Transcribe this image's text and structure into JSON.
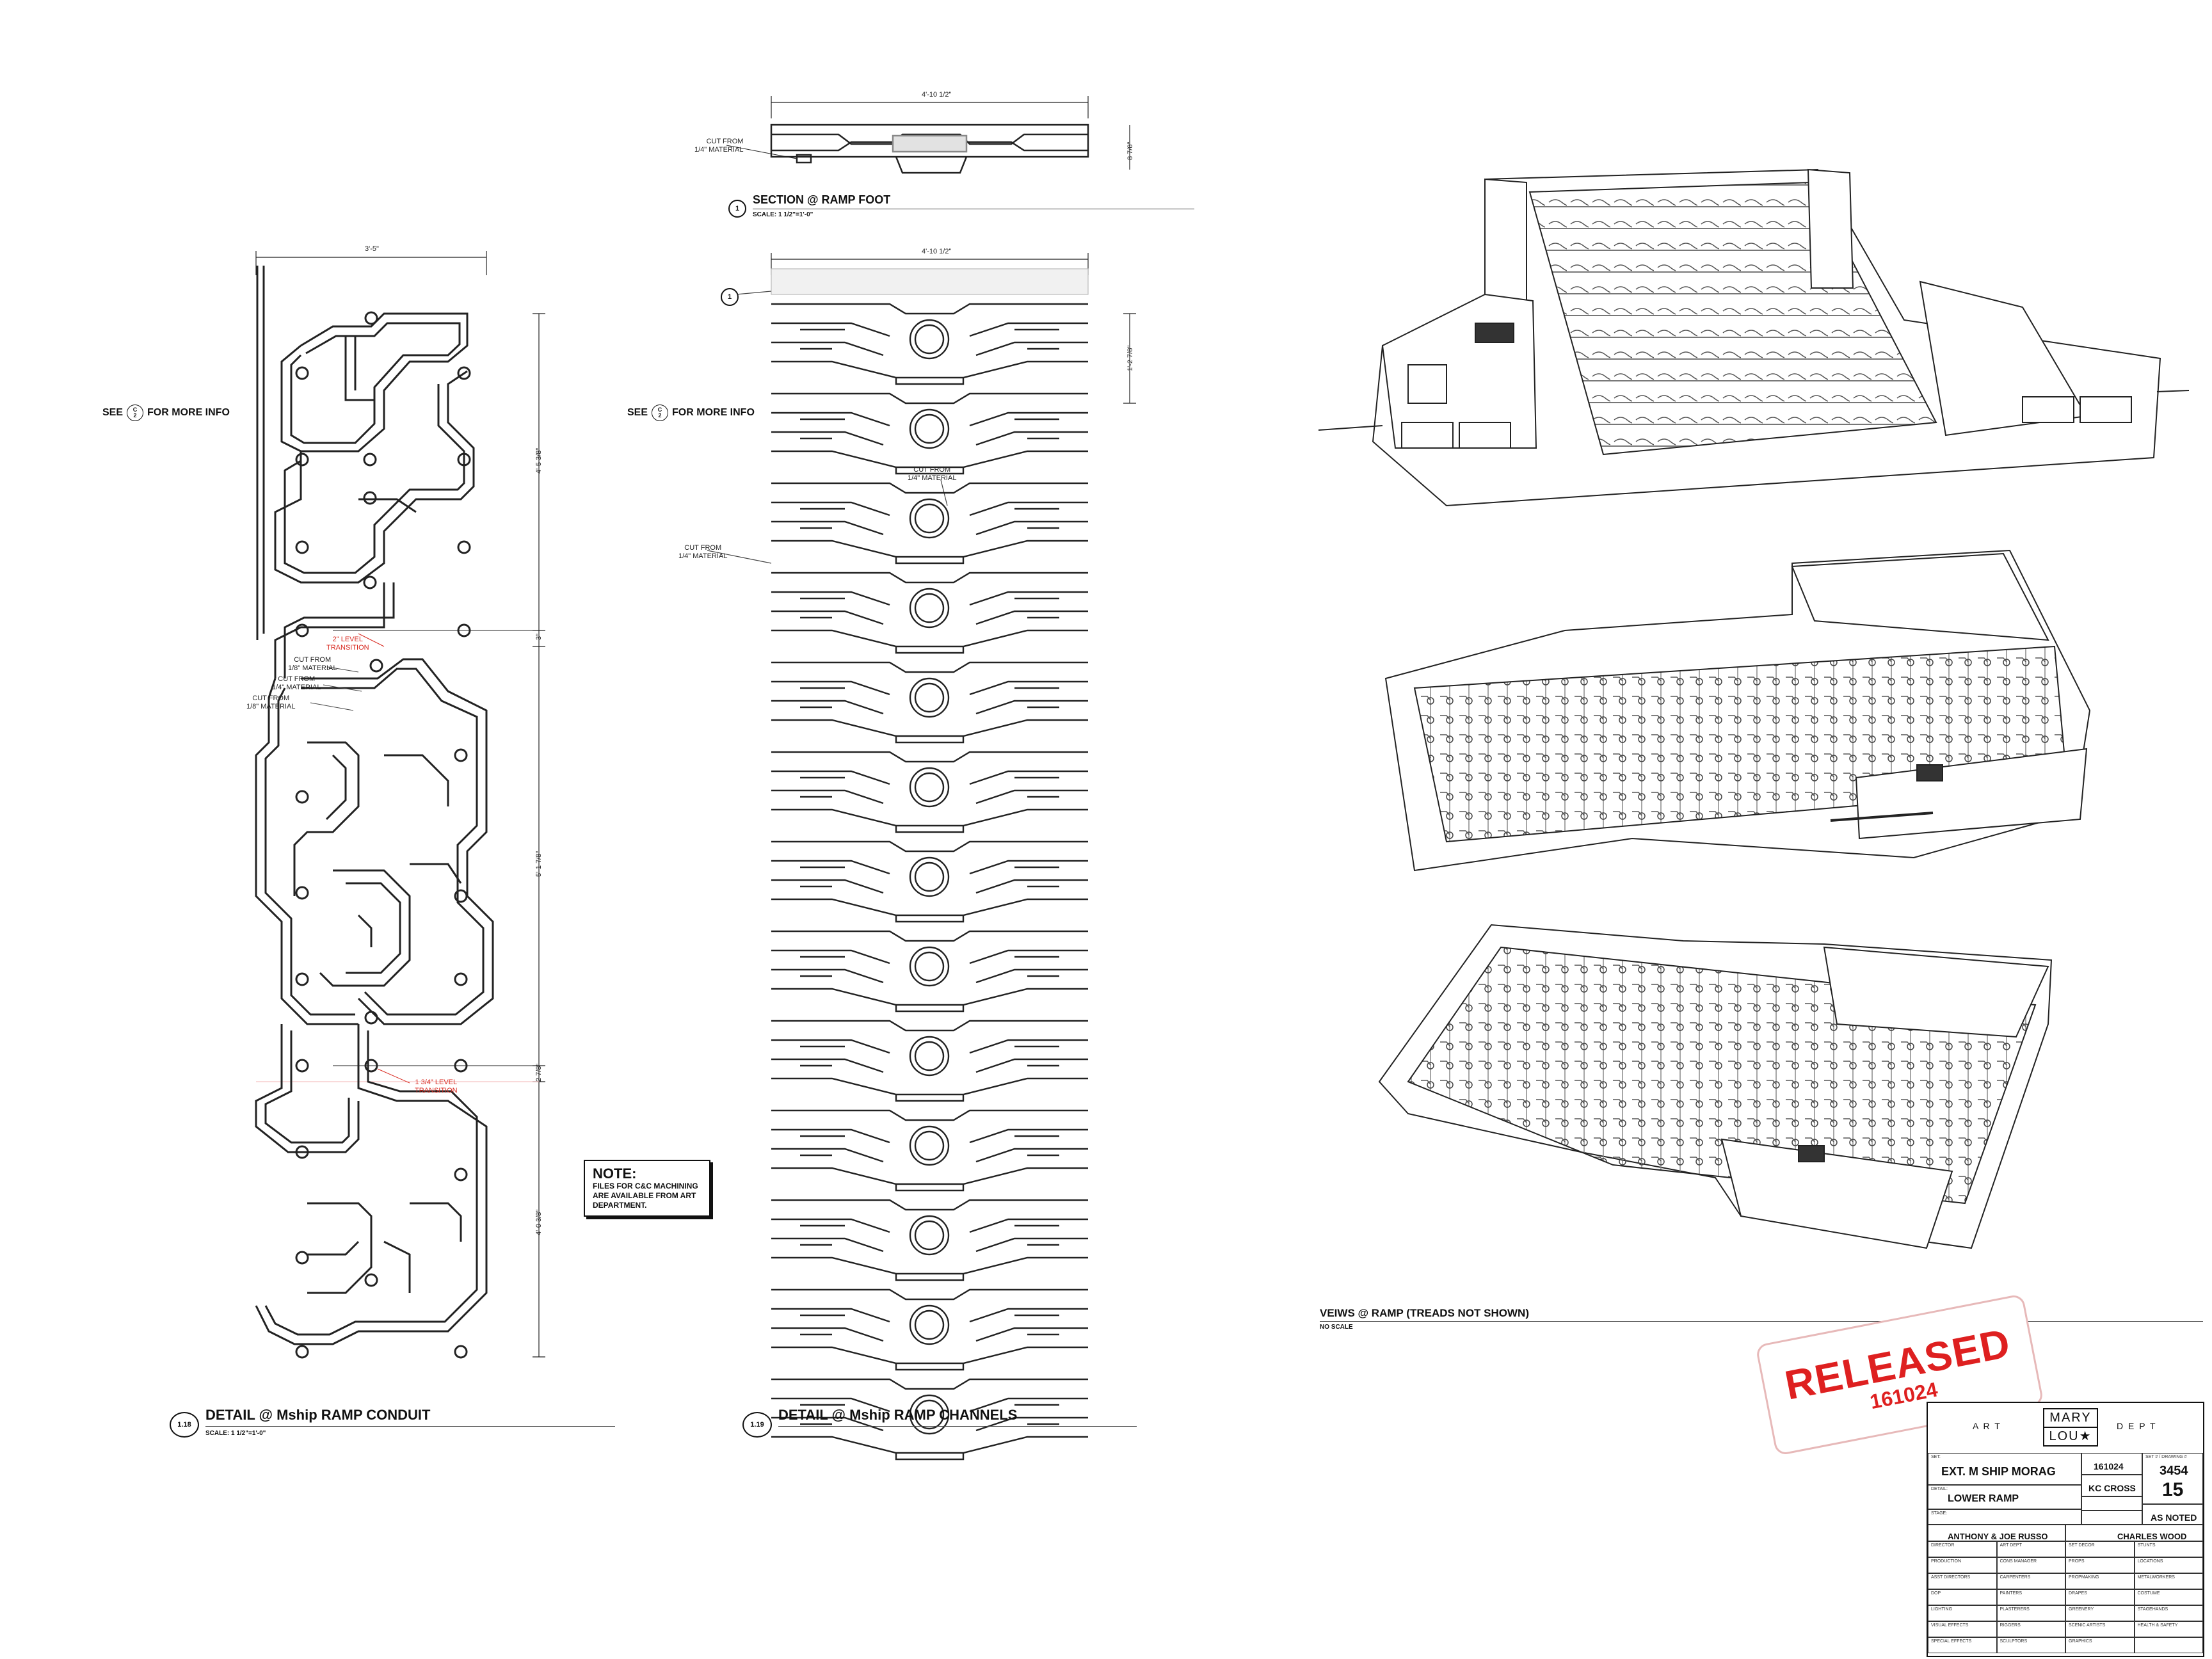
{
  "detail_conduit": {
    "num": "1.18",
    "title": "DETAIL  @ Mship RAMP CONDUIT",
    "scale": "SCALE: 1 1/2\"=1'-0\"",
    "see_prefix": "SEE",
    "see_ref_top": "C",
    "see_ref_bottom": "2",
    "see_suffix": "FOR MORE INFO",
    "dim_width": "3'-5\"",
    "dim_seg1": "4'-5 3/8\"",
    "dim_seg2": "3\"",
    "dim_seg3": "5'-1 7/8\"",
    "dim_seg4": "2 7/8\"",
    "dim_seg5": "4'-0 3/8\"",
    "red_note_1a": "2\" LEVEL",
    "red_note_1b": "TRANSITION",
    "red_note_2a": "1 3/4\" LEVEL",
    "red_note_2b": "TRANSITION",
    "cut_1a": "CUT FROM",
    "cut_1b": "1/8\" MATERIAL",
    "cut_2a": "CUT FROM",
    "cut_2b": "1/4\" MATERIAL",
    "cut_3a": "CUT FROM",
    "cut_3b": "1/8\" MATERIAL"
  },
  "section_foot": {
    "num": "1",
    "title": "SECTION @ RAMP FOOT",
    "scale": "SCALE: 1 1/2\"=1'-0\"",
    "dim_width": "4'-10 1/2\"",
    "dim_height": "8 7/8\"",
    "cut_a": "CUT FROM",
    "cut_b": "1/4\" MATERIAL"
  },
  "detail_channels": {
    "num": "1.19",
    "title": "DETAIL  @ Mship RAMP CHANNELS",
    "dim_width": "4'-10 1/2\"",
    "dim_height": "1'-2 7/8\"",
    "ref_num": "1",
    "see_prefix": "SEE",
    "see_ref_top": "C",
    "see_ref_bottom": "2",
    "see_suffix": "FOR MORE INFO",
    "cut1_a": "CUT FROM",
    "cut1_b": "1/4\" MATERIAL",
    "cut2_a": "CUT FROM",
    "cut2_b": "1/4\" MATERIAL"
  },
  "note": {
    "heading": "NOTE:",
    "line1": "FILES FOR C&C MACHINING",
    "line2": "ARE AVAILABLE FROM ART",
    "line3": "DEPARTMENT."
  },
  "views": {
    "title": "VEIWS @ RAMP (TREADS NOT SHOWN)",
    "scale": "NO SCALE"
  },
  "stamp": {
    "word": "RELEASED",
    "date": "161024"
  },
  "title_block": {
    "art": "A   R   T",
    "dept": "D   E   P   T",
    "logo_top": "MARY",
    "logo_bottom": "LOU★",
    "set_label": "SET:",
    "set_value": "EXT. M SHIP MORAG",
    "detail_label": "DETAIL:",
    "detail_value": "LOWER RAMP",
    "stage_label": "STAGE:",
    "date_value": "161024",
    "drawn_value": "KC CROSS",
    "set_num_label": "SET # / DRAWING #",
    "set_num": "3454",
    "drawing_num": "15",
    "scale_value": "AS NOTED",
    "directors_value": "ANTHONY & JOE RUSSO",
    "designer_value": "CHARLES WOOD",
    "col1": [
      "DIRECTOR",
      "PRODUCTION",
      "ASST DIRECTORS",
      "DOP",
      "LIGHTING",
      "VISUAL EFFECTS",
      "SPECIAL EFFECTS"
    ],
    "col2": [
      "ART DEPT",
      "CONS MANAGER",
      "CARPENTERS",
      "PAINTERS",
      "PLASTERERS",
      "RIGGERS",
      "SCULPTORS"
    ],
    "col3": [
      "SET DECOR",
      "PROPS",
      "PROPMAKING",
      "DRAPES",
      "GREENERY",
      "SCENIC ARTISTS",
      "GRAPHICS"
    ],
    "col4": [
      "STUNTS",
      "LOCATIONS",
      "METALWORKERS",
      "COSTUME",
      "STAGEHANDS",
      "HEALTH & SAFETY",
      ""
    ]
  }
}
